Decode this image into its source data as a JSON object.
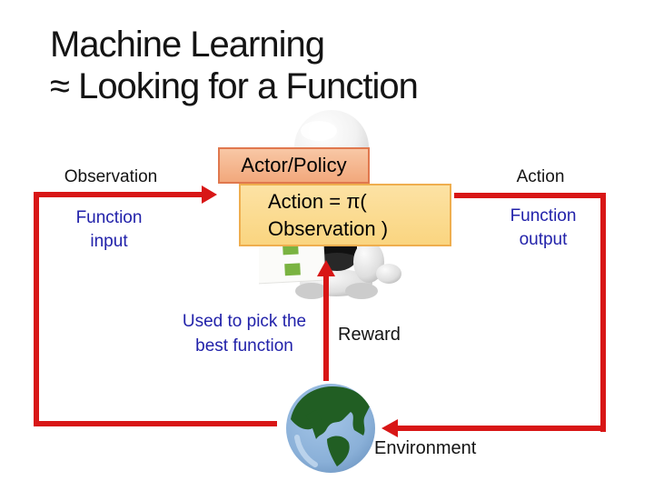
{
  "title": {
    "line1": "Machine Learning",
    "line2": "≈ Looking for a Function"
  },
  "left_side": {
    "observation": "Observation",
    "function_input": "Function input"
  },
  "right_side": {
    "action": "Action",
    "function_output": "Function output"
  },
  "actor": {
    "box_label": "Actor/Policy",
    "formula_line1": "Action = π(",
    "formula_line2": "Observation )"
  },
  "middle": {
    "used_to_pick": "Used to pick the best function",
    "reward": "Reward"
  },
  "bottom": {
    "environment": "Environment"
  },
  "icons": {
    "robot": "humanoid-robot",
    "earth": "earth-globe"
  },
  "colors": {
    "arrow_red": "#D81616",
    "label_blue": "#2222AA",
    "text_black": "#141414",
    "actor_border": "#E0784E",
    "formula_border": "#EFAE4E",
    "earth_land": "#215E23"
  }
}
